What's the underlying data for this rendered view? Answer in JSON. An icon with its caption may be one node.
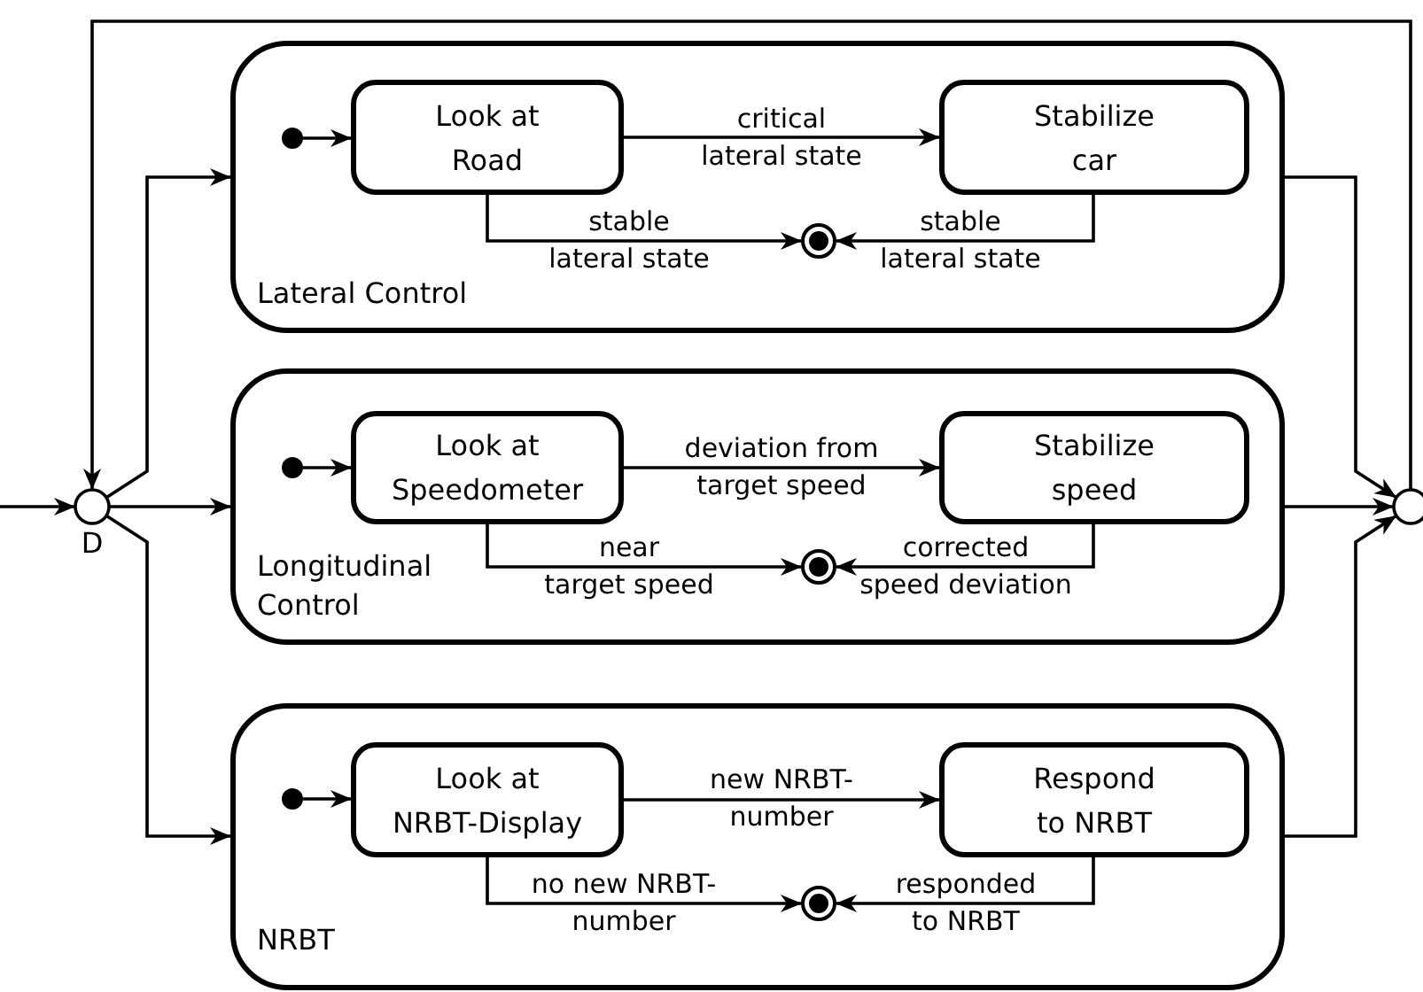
{
  "diagram": {
    "nodes": [
      {
        "text": [
          "Lateral Control"
        ]
      },
      {
        "text": [],
        "shape": "circle",
        "in": 0
      },
      {
        "text": [
          "Look at Road"
        ],
        "in": 0
      },
      {
        "text": [
          "Stabilize car"
        ],
        "in": 0
      },
      {
        "text": [],
        "shape": "circle",
        "in": 0
      },
      {
        "text": [
          "Longitudinal Control"
        ]
      },
      {
        "text": [],
        "shape": "circle",
        "in": 5
      },
      {
        "text": [
          "Look at Speedometer"
        ],
        "in": 5
      },
      {
        "text": [
          "Stabilize speed"
        ],
        "in": 5
      },
      {
        "text": [],
        "shape": "circle",
        "in": 5
      },
      {
        "text": [
          "NRBT"
        ]
      },
      {
        "text": [],
        "shape": "circle",
        "in": 10
      },
      {
        "text": [
          "Look at NRBT-Display"
        ],
        "in": 10
      },
      {
        "text": [
          "Respond to NRBT"
        ],
        "in": 10
      },
      {
        "text": [],
        "shape": "circle",
        "in": 10
      },
      {
        "text": [],
        "shape": "circle",
        "beside": [
          "D"
        ]
      },
      {
        "text": [],
        "shape": "circle"
      }
    ],
    "edges": [
      {
        "from": null,
        "to": 15,
        "arrow": "to"
      },
      {
        "from": 15,
        "to": 0,
        "arrow": "to"
      },
      {
        "from": 15,
        "to": 5,
        "arrow": "to"
      },
      {
        "from": 15,
        "to": 10,
        "arrow": "to"
      },
      {
        "from": 0,
        "to": 16,
        "arrow": "to"
      },
      {
        "from": 5,
        "to": 16,
        "arrow": "to"
      },
      {
        "from": 10,
        "to": 16,
        "arrow": "to"
      },
      {
        "from": 16,
        "to": 15,
        "arrow": "to"
      },
      {
        "from": 1,
        "to": 2,
        "arrow": "to"
      },
      {
        "from": 2,
        "to": 3,
        "arrow": "to",
        "label": "critical lateral state"
      },
      {
        "from": 2,
        "to": 4,
        "arrow": "to",
        "label": "stable lateral state"
      },
      {
        "from": 3,
        "to": 4,
        "arrow": "to",
        "label": "stable lateral state"
      },
      {
        "from": 6,
        "to": 7,
        "arrow": "to"
      },
      {
        "from": 7,
        "to": 8,
        "arrow": "to",
        "label": "deviation from target speed"
      },
      {
        "from": 7,
        "to": 9,
        "arrow": "to",
        "label": "near target speed"
      },
      {
        "from": 8,
        "to": 9,
        "arrow": "to",
        "label": "corrected speed deviation"
      },
      {
        "from": 11,
        "to": 12,
        "arrow": "to"
      },
      {
        "from": 12,
        "to": 13,
        "arrow": "to",
        "label": "new NRBT- number"
      },
      {
        "from": 12,
        "to": 14,
        "arrow": "to",
        "label": "no new NRBT- number"
      },
      {
        "from": 13,
        "to": 14,
        "arrow": "to",
        "label": "responded to NRBT"
      }
    ]
  }
}
